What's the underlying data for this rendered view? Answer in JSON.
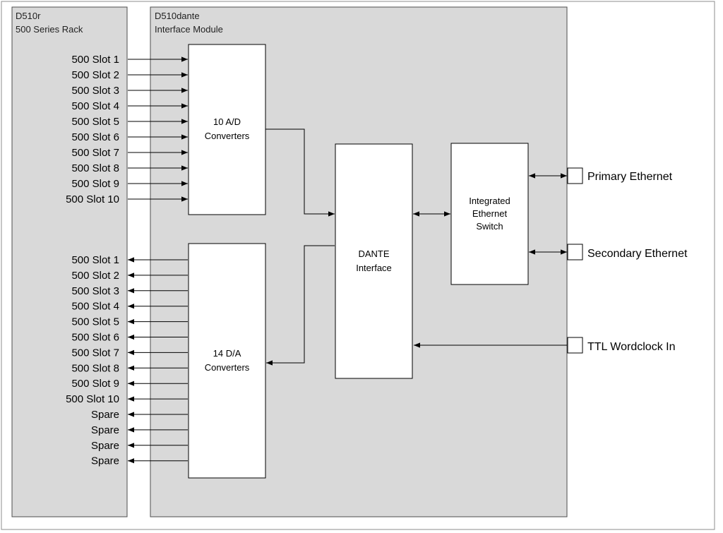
{
  "rack_panel": {
    "title_line1": "D510r",
    "title_line2": "500 Series Rack"
  },
  "module_panel": {
    "title_line1": "D510dante",
    "title_line2": "Interface Module"
  },
  "inputs": [
    "500 Slot 1",
    "500 Slot 2",
    "500 Slot 3",
    "500 Slot 4",
    "500 Slot 5",
    "500 Slot 6",
    "500 Slot 7",
    "500 Slot 8",
    "500 Slot 9",
    "500 Slot 10"
  ],
  "outputs": [
    "500 Slot 1",
    "500 Slot 2",
    "500 Slot 3",
    "500 Slot 4",
    "500 Slot 5",
    "500 Slot 6",
    "500 Slot 7",
    "500 Slot 8",
    "500 Slot 9",
    "500 Slot 10",
    "Spare",
    "Spare",
    "Spare",
    "Spare"
  ],
  "blocks": {
    "ad": {
      "line1": "10 A/D",
      "line2": "Converters"
    },
    "da": {
      "line1": "14 D/A",
      "line2": "Converters"
    },
    "dante": {
      "line1": "DANTE",
      "line2": "Interface"
    },
    "switch": {
      "line1": "Integrated",
      "line2": "Ethernet",
      "line3": "Switch"
    }
  },
  "ports": {
    "primary": "Primary Ethernet",
    "secondary": "Secondary Ethernet",
    "wordclock": "TTL Wordclock In"
  }
}
